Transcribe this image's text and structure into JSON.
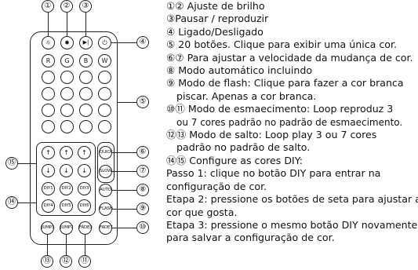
{
  "callouts": {
    "c1": "①",
    "c2": "②",
    "c3": "③",
    "c4": "④",
    "c5": "⑤",
    "c6": "⑥",
    "c7": "⑦",
    "c8": "⑧",
    "c9": "⑨",
    "c10": "⑩",
    "c11": "⑪",
    "c12": "⑫",
    "c13": "⑬",
    "c14": "⑭",
    "c15": "⑮"
  },
  "remote": {
    "row_colors": [
      "R",
      "G",
      "B",
      "W"
    ],
    "arrows_up": "↑",
    "arrows_down": "↓",
    "diy": [
      "DIY1",
      "DIY2",
      "DIY3",
      "DIY4",
      "DIY5",
      "DIY6"
    ],
    "quick": "QUICK",
    "slow": "SLOW",
    "auto": "AUTO",
    "flash": "FLASH",
    "jump3": "JUMP3",
    "jump7": "JUMP7",
    "fade3": "FADE3",
    "fade7": "FADE7",
    "play_icon": "▶|",
    "power_icon": "⏻"
  },
  "text_lines": [
    "①② Ajuste de brilho",
    "③Pausar / reproduzir",
    "④ Ligado/Desligado",
    "⑤ 20 botões. Clique para exibir uma única cor.",
    "⑥⑦ Para ajustar a velocidade da mudança de cor.",
    "⑧ Modo automático incluindo",
    "⑨ Modo de flash: Clique para fazer a cor branca",
    "piscar. Apenas a cor branca.",
    "⑩⑪ Modo de esmaecimento: Loop reproduz 3",
    "ou 7 cores padrão no padrão de esmaecimento.",
    "⑫⑬ Modo de salto: Loop play 3 ou 7 cores",
    "padrão no padrão de salto.",
    "⑭⑮ Configure as cores DIY:",
    "Passo 1: clique no botão DIY para entrar na",
    "configuração de cor.",
    "Etapa 2: pressione os botões de seta para ajustar a",
    "cor que  gosta.",
    "Etapa 3: pressione o mesmo botão DIY novamente",
    "para salvar a configuração de cor."
  ]
}
